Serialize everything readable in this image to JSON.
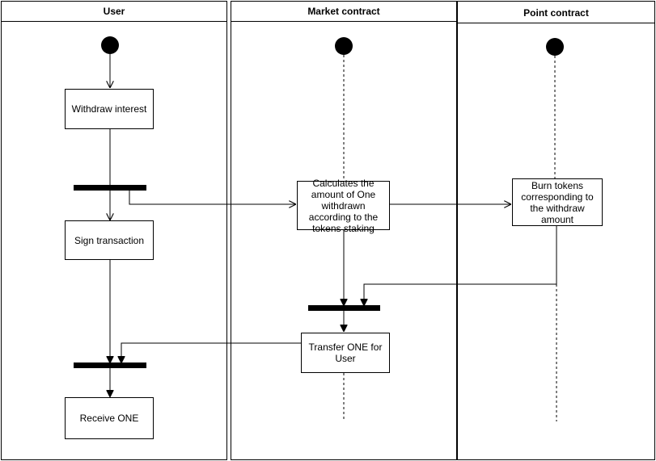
{
  "lanes": {
    "user": "User",
    "market": "Market contract",
    "point": "Point contract"
  },
  "nodes": {
    "withdraw_interest": "Withdraw interest",
    "sign_transaction": "Sign transaction",
    "receive_one": "Receive ONE",
    "calculate": "Calculates the amount of One withdrawn according to the tokens staking",
    "transfer": "Transfer ONE for User",
    "burn": "Burn tokens corresponding to the withdraw amount"
  },
  "colors": {
    "line": "#000000",
    "background": "#ffffff"
  }
}
